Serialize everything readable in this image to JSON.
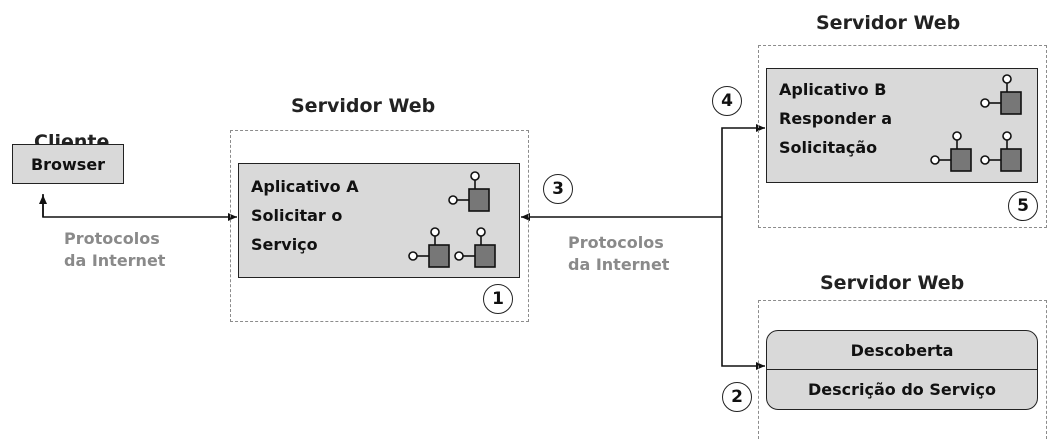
{
  "client": {
    "title": "Cliente",
    "browser": "Browser"
  },
  "protocols": {
    "left": [
      "Protocolos",
      "da Internet"
    ],
    "middle": [
      "Protocolos",
      "da Internet"
    ]
  },
  "server_a": {
    "title": "Servidor Web",
    "lines": [
      "Aplicativo A",
      "Solicitar o",
      "Serviço"
    ]
  },
  "server_b": {
    "title": "Servidor Web",
    "lines": [
      "Aplicativo B",
      "Responder a",
      "Solicitação"
    ]
  },
  "server_c": {
    "title": "Servidor Web",
    "top": "Descoberta",
    "bottom": "Descrição do Serviço"
  },
  "steps": [
    "1",
    "2",
    "3",
    "4",
    "5"
  ]
}
